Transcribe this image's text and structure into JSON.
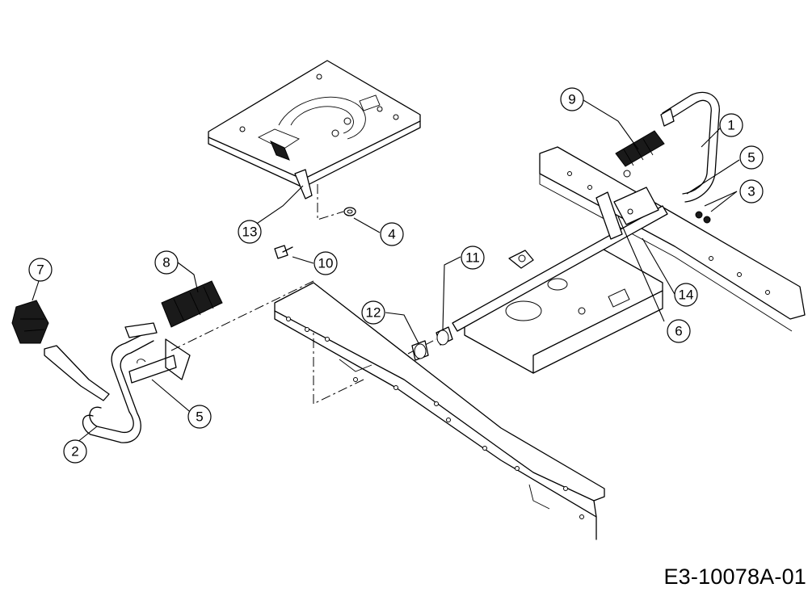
{
  "drawing_code": "E3-10078A-01",
  "callouts": [
    {
      "label": "1",
      "part": "lever-handle"
    },
    {
      "label": "2",
      "part": "pedal-arm"
    },
    {
      "label": "3",
      "part": "bolts"
    },
    {
      "label": "4",
      "part": "nut"
    },
    {
      "label": "5",
      "part": "clip"
    },
    {
      "label": "5",
      "part": "clip"
    },
    {
      "label": "6",
      "part": "shaft"
    },
    {
      "label": "7",
      "part": "knob"
    },
    {
      "label": "8",
      "part": "pedal-pad"
    },
    {
      "label": "9",
      "part": "grip"
    },
    {
      "label": "10",
      "part": "screw"
    },
    {
      "label": "11",
      "part": "bushing"
    },
    {
      "label": "12",
      "part": "bushing"
    },
    {
      "label": "13",
      "part": "seat-plate"
    },
    {
      "label": "14",
      "part": "bracket"
    }
  ]
}
